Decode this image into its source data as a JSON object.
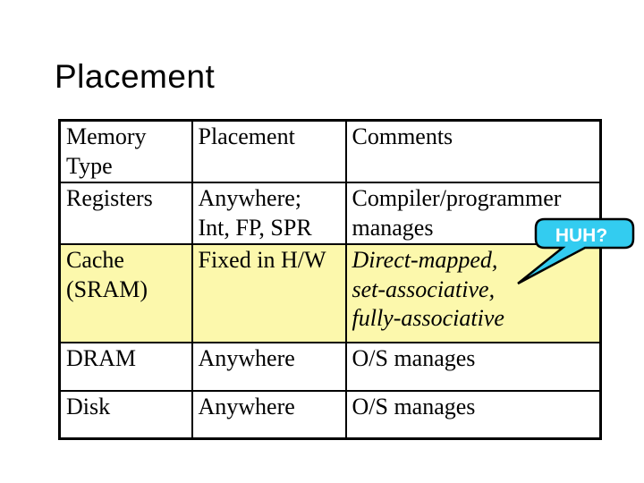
{
  "slide": {
    "title": "Placement"
  },
  "table": {
    "headers": [
      "Memory\nType",
      "Placement",
      "Comments"
    ],
    "rows": [
      {
        "memory_type": "Registers",
        "placement": "Anywhere;\nInt, FP, SPR",
        "comments": "Compiler/programmer\nmanages"
      },
      {
        "memory_type": "Cache\n(SRAM)",
        "placement": "Fixed in H/W",
        "comments": "Direct-mapped,\nset-associative,\nfully-associative"
      },
      {
        "memory_type": "DRAM",
        "placement": "Anywhere",
        "comments": "O/S manages"
      },
      {
        "memory_type": "Disk",
        "placement": "Anywhere",
        "comments": "O/S manages"
      }
    ]
  },
  "callout": {
    "label": "HUH?",
    "fill": "#33CCF0",
    "border": "#000000",
    "text_color": "#FFFFFF"
  },
  "colors": {
    "background": "#FFFFFF",
    "table_border": "#000000",
    "highlight_row": "#FCF8AC",
    "title_color": "#000000"
  }
}
